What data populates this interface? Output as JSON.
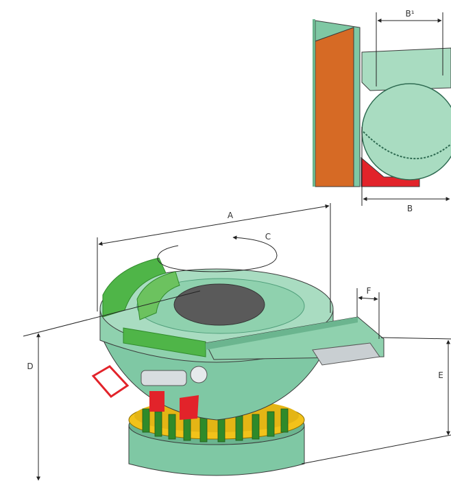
{
  "labels": {
    "a": "A",
    "b": "B",
    "b1": "B¹",
    "c": "C",
    "d": "D",
    "e": "E",
    "f": "F"
  },
  "colors": {
    "machine_green": "#7fc8a4",
    "machine_green_dark": "#4f9e7a",
    "machine_green_light": "#a9dcc1",
    "guide_green": "#4fb548",
    "guide_green_dark": "#2f8a2a",
    "plate_gray": "#5a5a5a",
    "wall_orange": "#d66a25",
    "base_red": "#e2232a",
    "ring_yellow": "#f2c21a",
    "line": "#222222"
  }
}
